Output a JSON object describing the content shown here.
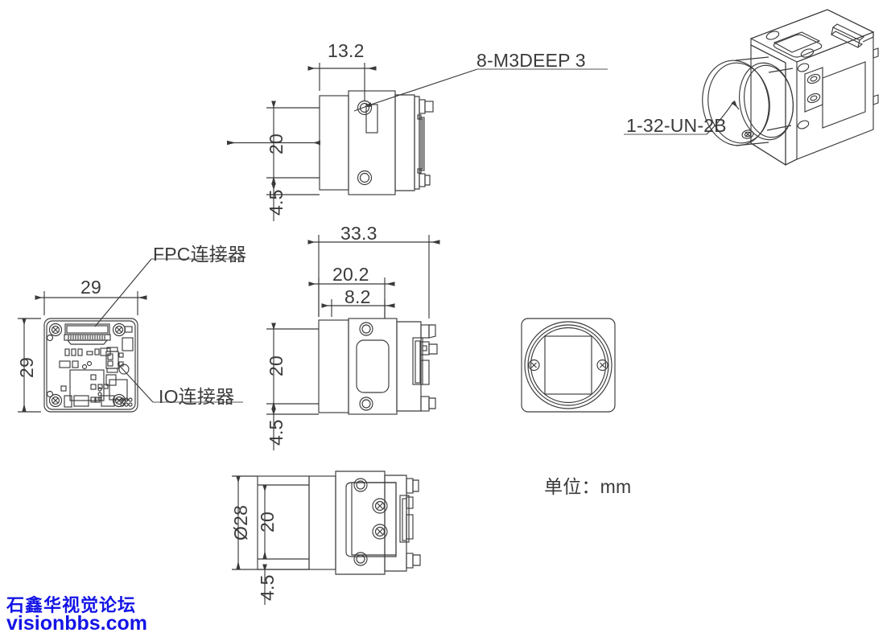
{
  "drawing": {
    "title": "Camera mechanical dimension drawing",
    "units_note": "单位：mm",
    "line_color": "#3a3a3a",
    "watermark_color": "#1414e6"
  },
  "callouts": {
    "thread_holes": "8-M3DEEP 3",
    "lens_mount": "1-32-UN-2B",
    "fpc_connector": "FPC连接器",
    "io_connector": "IO连接器"
  },
  "dimensions": {
    "top_view": {
      "horizontal_13_2": "13.2",
      "vertical_20": "20",
      "vertical_4_5": "4.5"
    },
    "side_view": {
      "horizontal_33_3": "33.3",
      "horizontal_20_2": "20.2",
      "horizontal_8_2": "8.2",
      "vertical_20": "20",
      "vertical_4_5": "4.5"
    },
    "bottom_view": {
      "diameter_28": "Ø28",
      "vertical_20": "20",
      "vertical_4_5": "4.5"
    },
    "pcb_view": {
      "width_29": "29",
      "height_29": "29"
    }
  },
  "watermark": {
    "line1": "石鑫华视觉论坛",
    "line2": "visionbbs.com"
  },
  "views": [
    {
      "name": "top-view",
      "label": "Top view of camera"
    },
    {
      "name": "side-view",
      "label": "Side view of camera"
    },
    {
      "name": "bottom-view",
      "label": "Bottom view of camera"
    },
    {
      "name": "front-view",
      "label": "Front view of camera"
    },
    {
      "name": "pcb-view",
      "label": "PCB board rear view"
    },
    {
      "name": "isometric-view",
      "label": "3D isometric view of camera"
    }
  ]
}
